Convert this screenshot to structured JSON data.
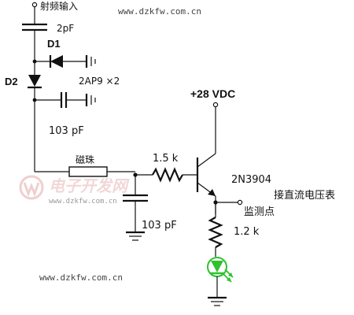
{
  "labels": {
    "rf_input": "射频输入",
    "cap_2pf": "2pF",
    "diode1": "D1",
    "diode2": "D2",
    "diode_part": "2AP9 ×2",
    "cap_103_top": "103  pF",
    "bead": "磁珠",
    "resistor_1": "1.5 k",
    "supply": "+28 VDC",
    "transistor": "2N3904",
    "voltmeter": "接直流电压表",
    "test_point": "监测点",
    "resistor_2": "1.2 k",
    "cap_103_bottom": "103  pF"
  },
  "watermark": {
    "url_top": "www.dzkfw.com.cn",
    "url_bottom": "www.dzkfw.com.cn",
    "brand": "电子开发网",
    "brand_url": "www.dzkfw.com.cn"
  },
  "colors": {
    "line": "#111111",
    "led": "#2fc22f",
    "watermark": "#e7b7b7"
  },
  "icons": {
    "led": "led-icon",
    "logo": "logo-icon"
  }
}
